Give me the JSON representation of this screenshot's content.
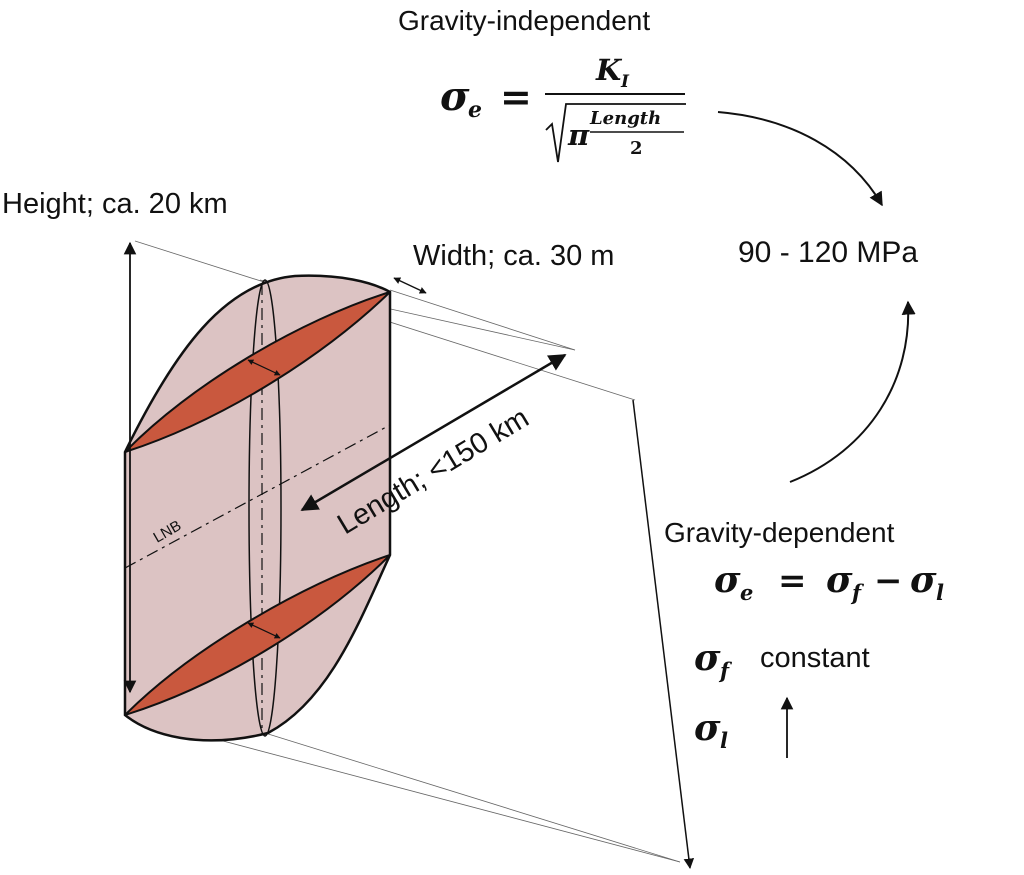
{
  "colors": {
    "body_fill": "#dcc3c3",
    "sill_fill": "#c9583e",
    "stroke": "#111111",
    "guide": "#555555"
  },
  "dims": {
    "height": "Height; ca. 20 km",
    "width": "Width; ca. 30 m",
    "length": "Length; <150 km",
    "lnb": "LNB"
  },
  "gravity_independent": {
    "title": "Gravity-independent",
    "lhs": "σ",
    "lhs_sub": "e",
    "equals": "=",
    "numerator": "K",
    "numerator_sub": "I",
    "pi": "π",
    "inner_num": "Length",
    "inner_den": "2"
  },
  "result": "90 - 120 MPa",
  "gravity_dependent": {
    "title": "Gravity-dependent",
    "eq_sigma_e": "σ",
    "eq_e_sub": "e",
    "eq_equals": "=",
    "eq_sigma_f": "σ",
    "eq_f_sub": "f",
    "eq_minus": "−",
    "eq_sigma_l": "σ",
    "eq_l_sub": "l",
    "sf_sigma": "σ",
    "sf_sub": "f",
    "constant": "constant",
    "sl_sigma": "σ",
    "sl_sub": "l"
  }
}
